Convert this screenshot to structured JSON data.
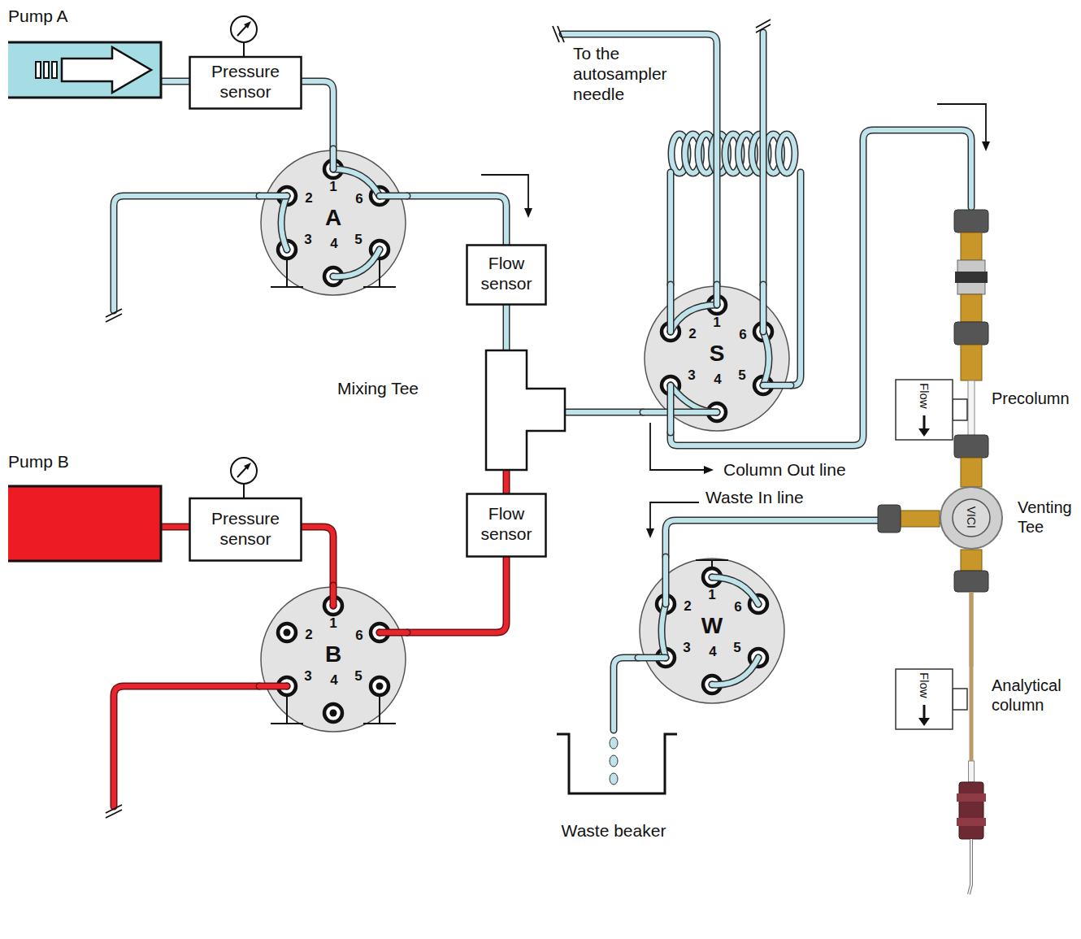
{
  "diagram": {
    "nodes": [
      {
        "text": [
          "Pump A"
        ]
      },
      {
        "text": [
          "Pressure sensor"
        ]
      },
      {
        "text": [
          "A",
          "1",
          "2",
          "3",
          "4",
          "5",
          "6"
        ]
      },
      {
        "text": [
          "Flow sensor"
        ]
      },
      {
        "text": [
          "Mixing Tee"
        ]
      },
      {
        "text": [
          "Pump B"
        ]
      },
      {
        "text": [
          "Pressure sensor"
        ]
      },
      {
        "text": [
          "B",
          "1",
          "2",
          "3",
          "4",
          "5",
          "6"
        ]
      },
      {
        "text": [
          "Flow sensor"
        ]
      },
      {
        "text": [
          "S",
          "1",
          "2",
          "3",
          "4",
          "5",
          "6"
        ]
      },
      {
        "text": [
          "Flow",
          "Precolumn"
        ]
      },
      {
        "text": [
          "VICI",
          "Venting Tee"
        ]
      },
      {
        "text": [
          "Flow",
          "Analytical column"
        ]
      },
      {
        "text": [
          "W",
          "1",
          "2",
          "3",
          "4",
          "5",
          "6"
        ]
      },
      {
        "text": [
          "Waste beaker"
        ]
      }
    ],
    "edges": [
      {
        "from": 0,
        "to": 1,
        "arrow": "none"
      },
      {
        "from": 1,
        "to": 2,
        "arrow": "none"
      },
      {
        "from": 2,
        "to": 3,
        "arrow": "none"
      },
      {
        "from": 3,
        "to": 4,
        "arrow": "none"
      },
      {
        "from": 5,
        "to": 6,
        "arrow": "none"
      },
      {
        "from": 6,
        "to": 7,
        "arrow": "none"
      },
      {
        "from": 7,
        "to": 8,
        "arrow": "none"
      },
      {
        "from": 8,
        "to": 4,
        "arrow": "none"
      },
      {
        "from": 4,
        "to": 9,
        "arrow": "none"
      },
      {
        "from": 9,
        "to": 10,
        "arrow": "none"
      },
      {
        "from": 10,
        "to": 11,
        "arrow": "none"
      },
      {
        "from": 11,
        "to": 12,
        "arrow": "none"
      },
      {
        "from": 11,
        "to": 13,
        "arrow": "none"
      },
      {
        "from": 13,
        "to": 14,
        "arrow": "none"
      }
    ],
    "labels": [
      "To the autosampler needle",
      "Column Out line",
      "Waste In line"
    ]
  }
}
